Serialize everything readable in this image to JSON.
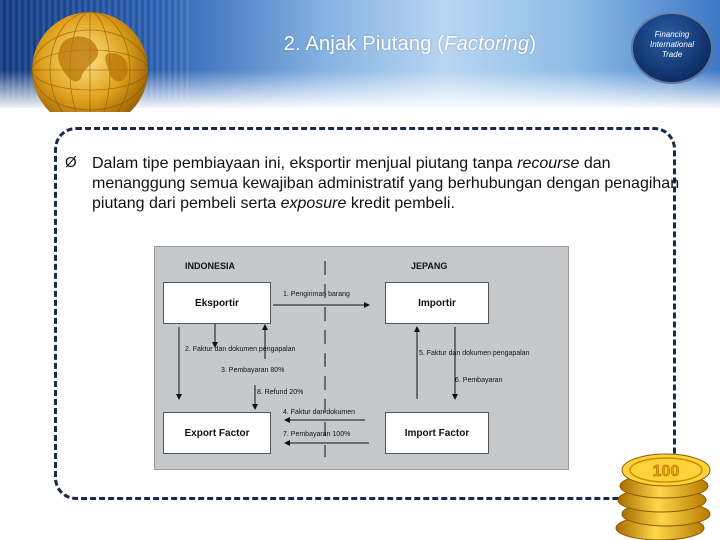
{
  "header": {
    "title_prefix": "2. Anjak Piutang (",
    "title_italic": "Factoring",
    "title_suffix": ")",
    "badge_lines": [
      "Financing",
      "International",
      "Trade"
    ]
  },
  "bullet": {
    "marker": "Ø",
    "part1": "Dalam tipe pembiayaan ini, eksportir menjual piutang tanpa ",
    "italic1": "recourse",
    "part2": " dan menanggung semua kewajiban administratif yang berhubungan dengan penagihan piutang dari pembeli serta ",
    "italic2": "exposure",
    "part3": " kredit pembeli."
  },
  "diagram": {
    "left_country": "INDONESIA",
    "right_country": "JEPANG",
    "boxes": {
      "eksportir": "Eksportir",
      "importir": "Importir",
      "export_factor": "Export Factor",
      "import_factor": "Import Factor"
    },
    "steps": {
      "s1": "1.  Pengiriman barang",
      "s2": "2.  Faktur dan dokumen pengapalan",
      "s3": "3.  Pembayaran 80%",
      "s4": "4.  Faktur dan dokumen",
      "s5": "5.  Faktur dan dokumen pengapalan",
      "s6": "6.  Pembayaran",
      "s7": "7.  Pembayaran 100%",
      "s8": "8.  Refund 20%"
    }
  },
  "decor": {
    "coin_label": "100",
    "colors": {
      "header_dark": "#123a82",
      "panel_border": "#1a2a4f",
      "coin_gold": "#e8b21a"
    }
  }
}
